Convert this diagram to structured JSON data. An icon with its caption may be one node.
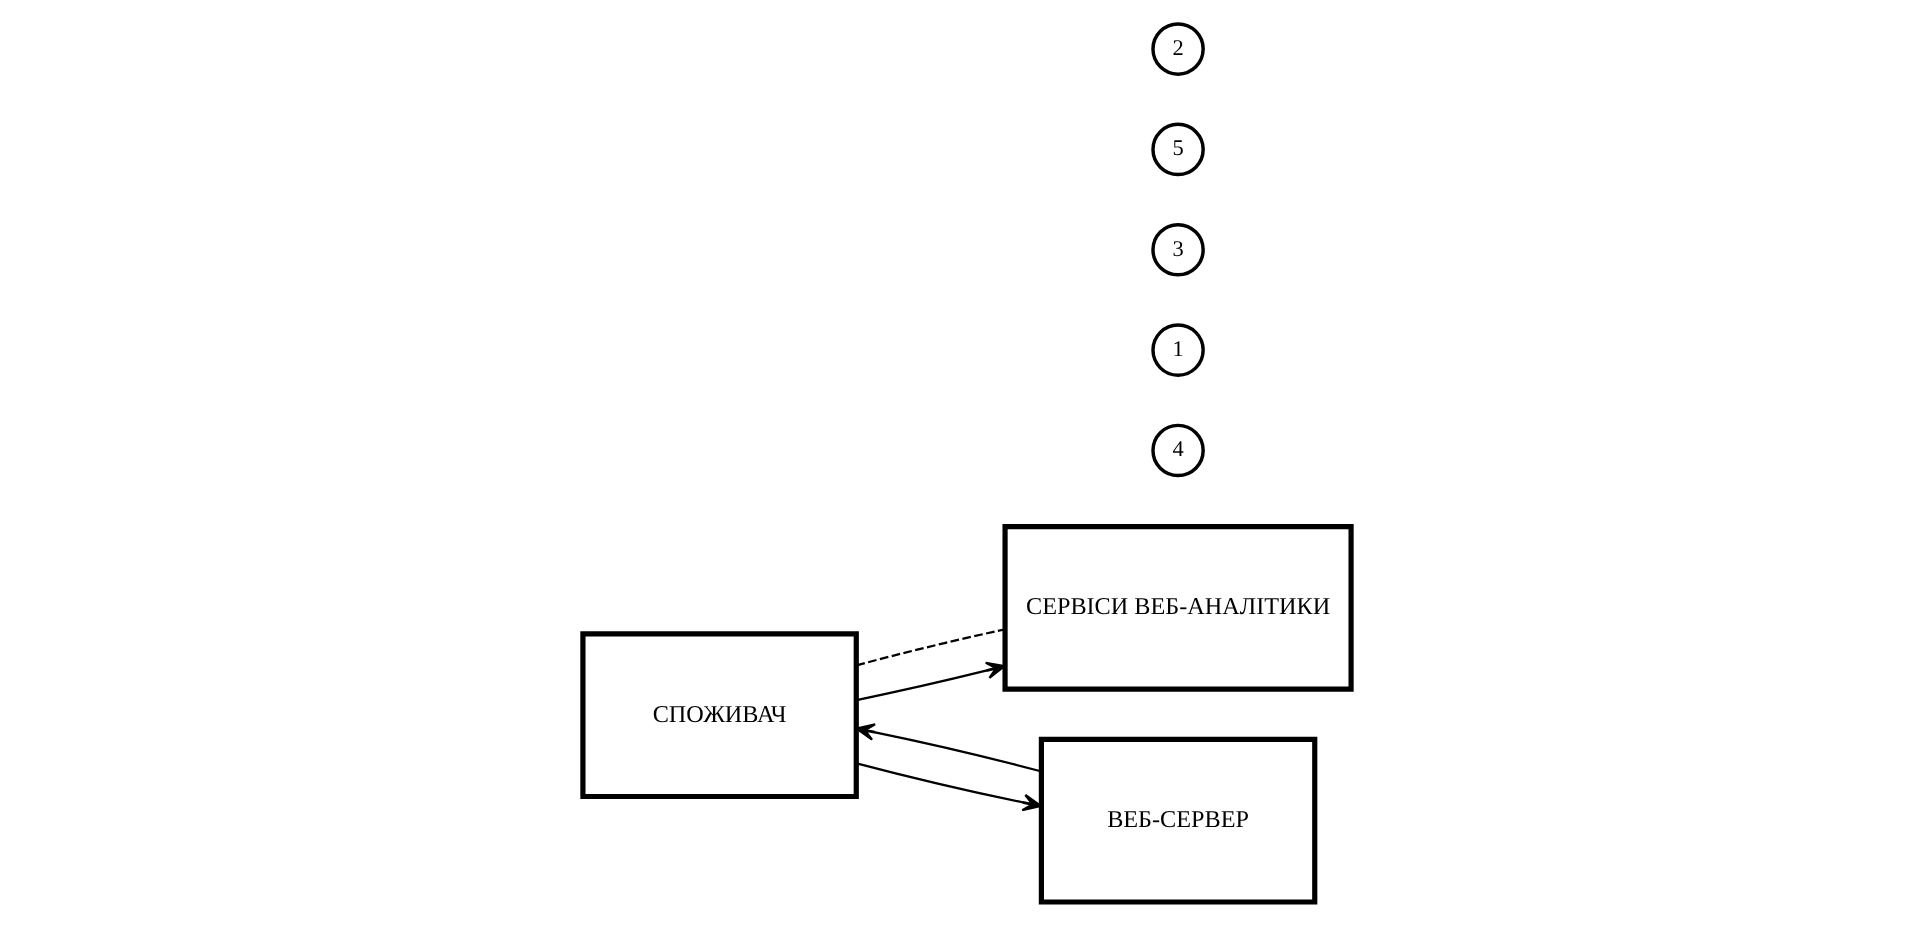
{
  "diagram": {
    "nodes": [
      {
        "text": [
          "СПОЖИВАЧ"
        ]
      },
      {
        "text": [
          "4"
        ]
      },
      {
        "text": [
          "СЕРВІСИ ВЕБ-АНАЛІТИКИ"
        ]
      },
      {
        "text": [
          "1"
        ]
      },
      {
        "text": [
          "3"
        ]
      },
      {
        "text": [
          "5"
        ]
      },
      {
        "text": [
          "ВЕБ-СЕРВЕР"
        ]
      },
      {
        "text": [
          "2"
        ]
      }
    ],
    "edges": [
      {
        "from": 0,
        "to": 6,
        "arrow": "to"
      },
      {
        "from": 6,
        "to": 0,
        "arrow": "to"
      },
      {
        "from": 0,
        "to": 2,
        "arrow": "to"
      },
      {
        "from": 0,
        "to": 2,
        "arrow": "none",
        "style": "dashed"
      }
    ]
  }
}
